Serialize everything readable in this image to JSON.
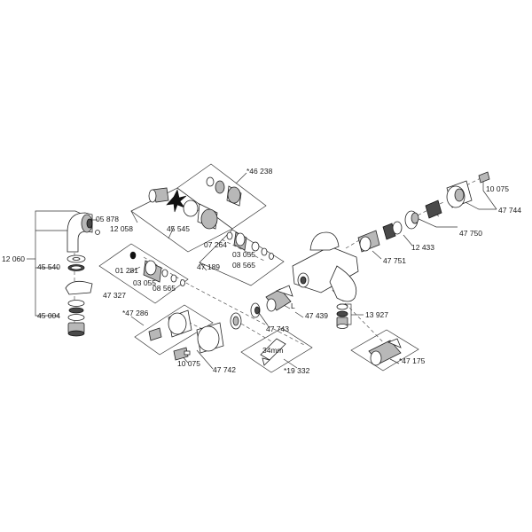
{
  "labels": {
    "p46238": "*46 238",
    "p10075a": "10 075",
    "p47744": "47 744",
    "p12058": "12 058",
    "p45545": "45 545",
    "p05878": "05 878",
    "p12060": "12 060",
    "p45540": "45 540",
    "p07264": "07 264",
    "p03055a": "03 055",
    "p08565a": "08 565",
    "p47189": "47 189",
    "p47750": "47 750",
    "p12433": "12 433",
    "p47751": "47 751",
    "p01281": "01 281",
    "p03055b": "03 055",
    "p08565b": "08 565",
    "p47327": "47 327",
    "pL": "L",
    "p47439": "47 439",
    "p13927": "13 927",
    "p45004": "45 004",
    "p47286": "*47 286",
    "p47743": "47 743",
    "p47175": "*47 175",
    "p10075b": "10 075",
    "p47742": "47 742",
    "p19332": "*19 332",
    "p34mm": "34mm"
  },
  "colors": {
    "line": "#333333",
    "part_fill": "#ffffff",
    "part_grey": "#b8b8b8",
    "part_dark": "#4a4a4a"
  }
}
